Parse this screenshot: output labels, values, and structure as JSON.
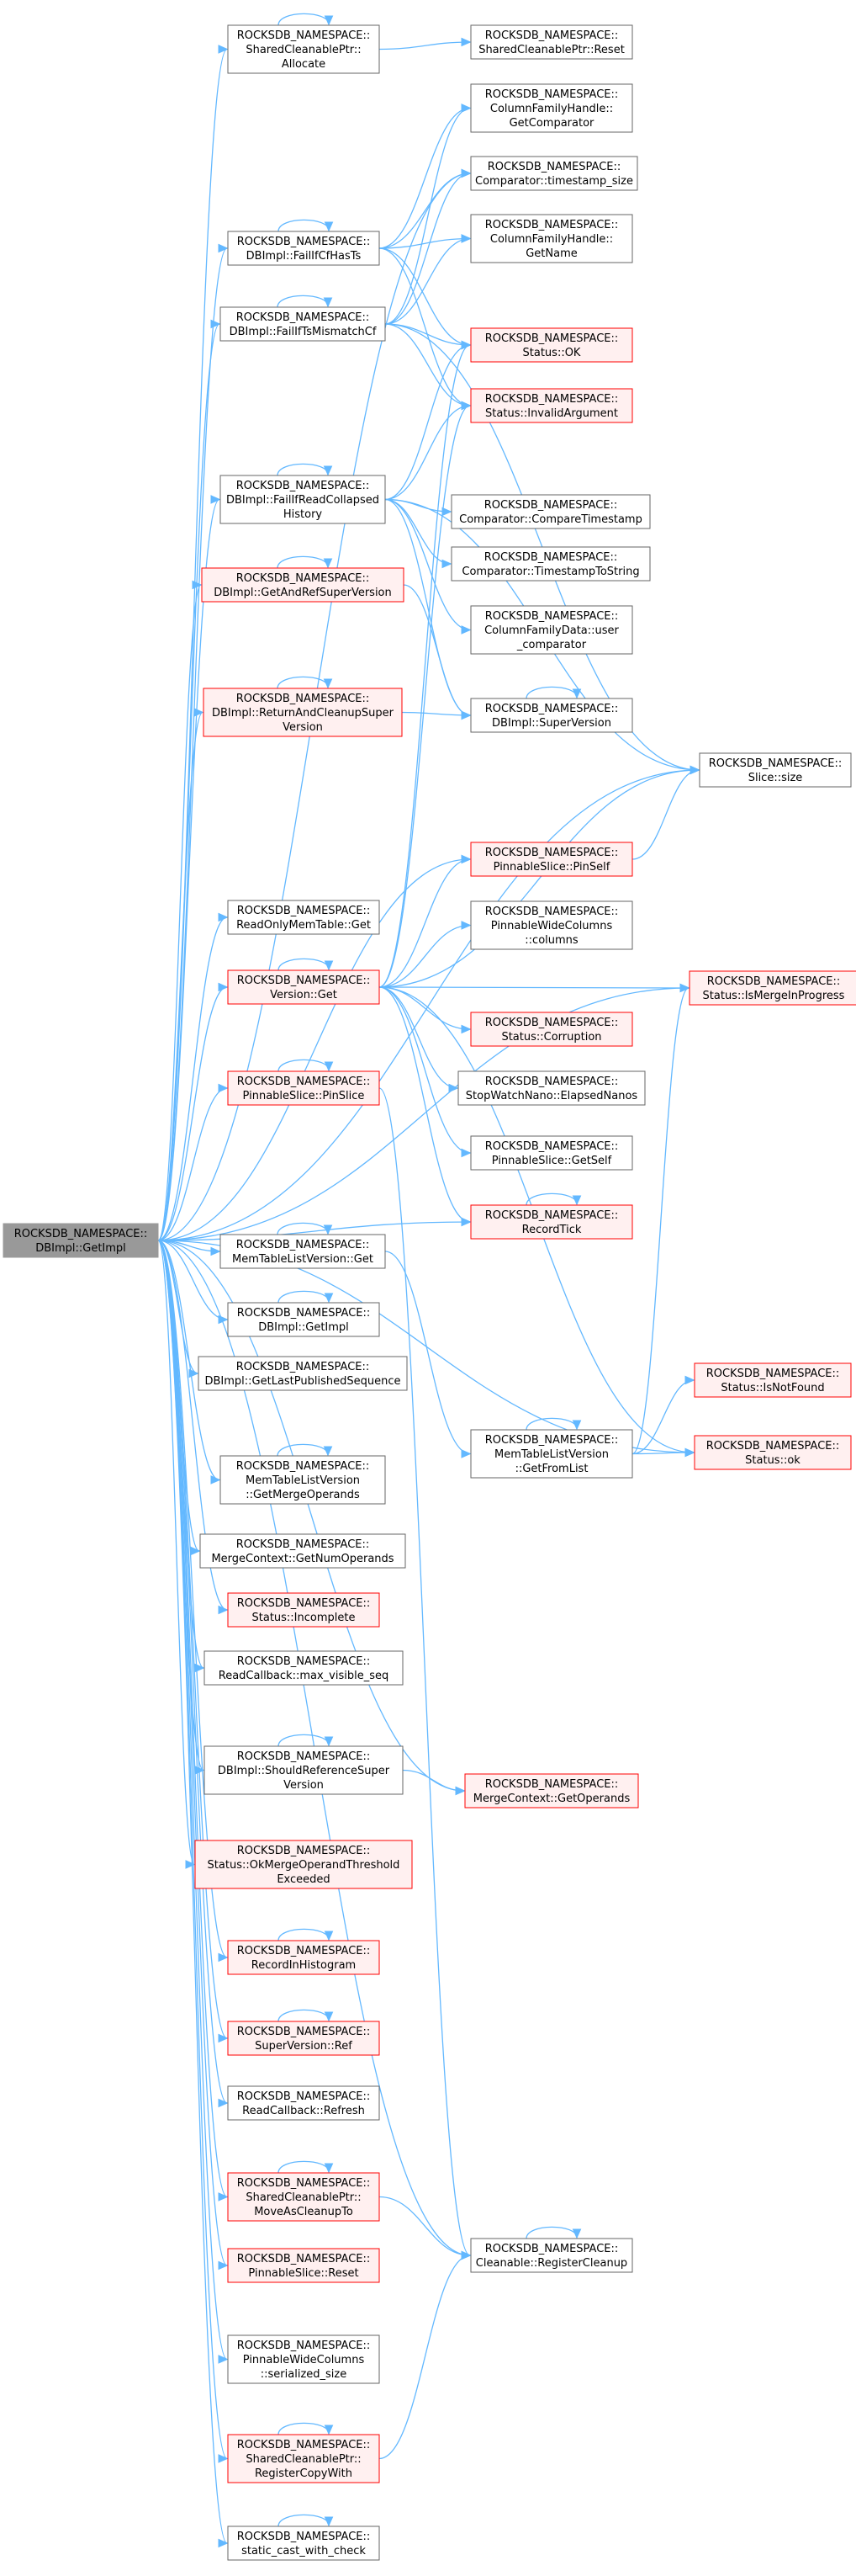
{
  "colors": {
    "edge": "#63b8ff",
    "node_border_normal": "#666666",
    "node_fill_normal": "#ffffff",
    "node_border_red": "#ff0000",
    "node_fill_red": "#fff0f0",
    "node_border_root": "#999999",
    "node_fill_root": "#999999"
  },
  "nodes": [
    {
      "id": "root",
      "lines": [
        "ROCKSDB_NAMESPACE::",
        "DBImpl::GetImpl"
      ],
      "style": "root"
    },
    {
      "id": "sharedAllocate",
      "lines": [
        "ROCKSDB_NAMESPACE::",
        "SharedCleanablePtr::",
        "Allocate"
      ],
      "style": "normal"
    },
    {
      "id": "sharedReset",
      "lines": [
        "ROCKSDB_NAMESPACE::",
        "SharedCleanablePtr::Reset"
      ],
      "style": "normal"
    },
    {
      "id": "cfhGetComparator",
      "lines": [
        "ROCKSDB_NAMESPACE::",
        "ColumnFamilyHandle::",
        "GetComparator"
      ],
      "style": "normal"
    },
    {
      "id": "cmpTimestampSize",
      "lines": [
        "ROCKSDB_NAMESPACE::",
        "Comparator::timestamp_size"
      ],
      "style": "normal"
    },
    {
      "id": "failIfCfHasTs",
      "lines": [
        "ROCKSDB_NAMESPACE::",
        "DBImpl::FailIfCfHasTs"
      ],
      "style": "normal"
    },
    {
      "id": "cfhGetName",
      "lines": [
        "ROCKSDB_NAMESPACE::",
        "ColumnFamilyHandle::",
        "GetName"
      ],
      "style": "normal"
    },
    {
      "id": "failIfTsMismatchCf",
      "lines": [
        "ROCKSDB_NAMESPACE::",
        "DBImpl::FailIfTsMismatchCf"
      ],
      "style": "normal"
    },
    {
      "id": "statusOK",
      "lines": [
        "ROCKSDB_NAMESPACE::",
        "Status::OK"
      ],
      "style": "red"
    },
    {
      "id": "statusInvalidArgument",
      "lines": [
        "ROCKSDB_NAMESPACE::",
        "Status::InvalidArgument"
      ],
      "style": "red"
    },
    {
      "id": "failIfReadCollapsed",
      "lines": [
        "ROCKSDB_NAMESPACE::",
        "DBImpl::FailIfReadCollapsed",
        "History"
      ],
      "style": "normal"
    },
    {
      "id": "cmpCompareTimestamp",
      "lines": [
        "ROCKSDB_NAMESPACE::",
        "Comparator::CompareTimestamp"
      ],
      "style": "normal"
    },
    {
      "id": "cmpTimestampToString",
      "lines": [
        "ROCKSDB_NAMESPACE::",
        "Comparator::TimestampToString"
      ],
      "style": "normal"
    },
    {
      "id": "cfdUserComparator",
      "lines": [
        "ROCKSDB_NAMESPACE::",
        "ColumnFamilyData::user",
        "_comparator"
      ],
      "style": "normal"
    },
    {
      "id": "getAndRefSuperVersion",
      "lines": [
        "ROCKSDB_NAMESPACE::",
        "DBImpl::GetAndRefSuperVersion"
      ],
      "style": "red"
    },
    {
      "id": "dbSuperVersion",
      "lines": [
        "ROCKSDB_NAMESPACE::",
        "DBImpl::SuperVersion"
      ],
      "style": "normal"
    },
    {
      "id": "returnAndCleanup",
      "lines": [
        "ROCKSDB_NAMESPACE::",
        "DBImpl::ReturnAndCleanupSuper",
        "Version"
      ],
      "style": "red"
    },
    {
      "id": "sliceSize",
      "lines": [
        "ROCKSDB_NAMESPACE::",
        "Slice::size"
      ],
      "style": "normal"
    },
    {
      "id": "pinSelf",
      "lines": [
        "ROCKSDB_NAMESPACE::",
        "PinnableSlice::PinSelf"
      ],
      "style": "red"
    },
    {
      "id": "readOnlyMemGet",
      "lines": [
        "ROCKSDB_NAMESPACE::",
        "ReadOnlyMemTable::Get"
      ],
      "style": "normal"
    },
    {
      "id": "pwcColumns",
      "lines": [
        "ROCKSDB_NAMESPACE::",
        "PinnableWideColumns",
        "::columns"
      ],
      "style": "normal"
    },
    {
      "id": "versionGet",
      "lines": [
        "ROCKSDB_NAMESPACE::",
        "Version::Get"
      ],
      "style": "red"
    },
    {
      "id": "isMergeInProgress",
      "lines": [
        "ROCKSDB_NAMESPACE::",
        "Status::IsMergeInProgress"
      ],
      "style": "red"
    },
    {
      "id": "statusCorruption",
      "lines": [
        "ROCKSDB_NAMESPACE::",
        "Status::Corruption"
      ],
      "style": "red"
    },
    {
      "id": "pinSlice",
      "lines": [
        "ROCKSDB_NAMESPACE::",
        "PinnableSlice::PinSlice"
      ],
      "style": "red"
    },
    {
      "id": "stopWatch",
      "lines": [
        "ROCKSDB_NAMESPACE::",
        "StopWatchNano::ElapsedNanos"
      ],
      "style": "normal"
    },
    {
      "id": "getSelf",
      "lines": [
        "ROCKSDB_NAMESPACE::",
        "PinnableSlice::GetSelf"
      ],
      "style": "normal"
    },
    {
      "id": "memListGet",
      "lines": [
        "ROCKSDB_NAMESPACE::",
        "MemTableListVersion::Get"
      ],
      "style": "normal"
    },
    {
      "id": "recordTick",
      "lines": [
        "ROCKSDB_NAMESPACE::",
        "RecordTick"
      ],
      "style": "red"
    },
    {
      "id": "dbGetImpl",
      "lines": [
        "ROCKSDB_NAMESPACE::",
        "DBImpl::GetImpl"
      ],
      "style": "normal"
    },
    {
      "id": "lastPublished",
      "lines": [
        "ROCKSDB_NAMESPACE::",
        "DBImpl::GetLastPublishedSequence"
      ],
      "style": "normal"
    },
    {
      "id": "isNotFound",
      "lines": [
        "ROCKSDB_NAMESPACE::",
        "Status::IsNotFound"
      ],
      "style": "red"
    },
    {
      "id": "getFromList",
      "lines": [
        "ROCKSDB_NAMESPACE::",
        "MemTableListVersion",
        "::GetFromList"
      ],
      "style": "normal"
    },
    {
      "id": "statusOk",
      "lines": [
        "ROCKSDB_NAMESPACE::",
        "Status::ok"
      ],
      "style": "red"
    },
    {
      "id": "getMergeOperands",
      "lines": [
        "ROCKSDB_NAMESPACE::",
        "MemTableListVersion",
        "::GetMergeOperands"
      ],
      "style": "normal"
    },
    {
      "id": "numOperands",
      "lines": [
        "ROCKSDB_NAMESPACE::",
        "MergeContext::GetNumOperands"
      ],
      "style": "normal"
    },
    {
      "id": "statusIncomplete",
      "lines": [
        "ROCKSDB_NAMESPACE::",
        "Status::Incomplete"
      ],
      "style": "red"
    },
    {
      "id": "maxVisibleSeq",
      "lines": [
        "ROCKSDB_NAMESPACE::",
        "ReadCallback::max_visible_seq"
      ],
      "style": "normal"
    },
    {
      "id": "shouldRefSuper",
      "lines": [
        "ROCKSDB_NAMESPACE::",
        "DBImpl::ShouldReferenceSuper",
        "Version"
      ],
      "style": "normal"
    },
    {
      "id": "getOperands",
      "lines": [
        "ROCKSDB_NAMESPACE::",
        "MergeContext::GetOperands"
      ],
      "style": "red"
    },
    {
      "id": "okMergeThreshold",
      "lines": [
        "ROCKSDB_NAMESPACE::",
        "Status::OkMergeOperandThreshold",
        "Exceeded"
      ],
      "style": "red"
    },
    {
      "id": "recordInHistogram",
      "lines": [
        "ROCKSDB_NAMESPACE::",
        "RecordInHistogram"
      ],
      "style": "red"
    },
    {
      "id": "superVersionRef",
      "lines": [
        "ROCKSDB_NAMESPACE::",
        "SuperVersion::Ref"
      ],
      "style": "red"
    },
    {
      "id": "readCallbackRefresh",
      "lines": [
        "ROCKSDB_NAMESPACE::",
        "ReadCallback::Refresh"
      ],
      "style": "normal"
    },
    {
      "id": "moveAsCleanupTo",
      "lines": [
        "ROCKSDB_NAMESPACE::",
        "SharedCleanablePtr::",
        "MoveAsCleanupTo"
      ],
      "style": "red"
    },
    {
      "id": "pinnableReset",
      "lines": [
        "ROCKSDB_NAMESPACE::",
        "PinnableSlice::Reset"
      ],
      "style": "red"
    },
    {
      "id": "registerCleanup",
      "lines": [
        "ROCKSDB_NAMESPACE::",
        "Cleanable::RegisterCleanup"
      ],
      "style": "normal"
    },
    {
      "id": "serializedSize",
      "lines": [
        "ROCKSDB_NAMESPACE::",
        "PinnableWideColumns",
        "::serialized_size"
      ],
      "style": "normal"
    },
    {
      "id": "registerCopyWith",
      "lines": [
        "ROCKSDB_NAMESPACE::",
        "SharedCleanablePtr::",
        "RegisterCopyWith"
      ],
      "style": "red"
    },
    {
      "id": "staticCast",
      "lines": [
        "ROCKSDB_NAMESPACE::",
        "static_cast_with_check"
      ],
      "style": "normal"
    }
  ],
  "edges": [
    [
      "root",
      "sharedAllocate"
    ],
    [
      "root",
      "cmpTimestampSize"
    ],
    [
      "root",
      "failIfCfHasTs"
    ],
    [
      "root",
      "failIfTsMismatchCf"
    ],
    [
      "root",
      "failIfReadCollapsed"
    ],
    [
      "root",
      "getAndRefSuperVersion"
    ],
    [
      "root",
      "returnAndCleanup"
    ],
    [
      "root",
      "sliceSize"
    ],
    [
      "root",
      "pinSelf"
    ],
    [
      "root",
      "readOnlyMemGet"
    ],
    [
      "root",
      "versionGet"
    ],
    [
      "root",
      "isMergeInProgress"
    ],
    [
      "root",
      "pinSlice"
    ],
    [
      "root",
      "memListGet"
    ],
    [
      "root",
      "recordTick"
    ],
    [
      "root",
      "dbGetImpl"
    ],
    [
      "root",
      "lastPublished"
    ],
    [
      "root",
      "getMergeOperands"
    ],
    [
      "root",
      "numOperands"
    ],
    [
      "root",
      "statusIncomplete"
    ],
    [
      "root",
      "maxVisibleSeq"
    ],
    [
      "root",
      "statusOk"
    ],
    [
      "root",
      "shouldRefSuper"
    ],
    [
      "root",
      "okMergeThreshold"
    ],
    [
      "root",
      "getOperands"
    ],
    [
      "root",
      "recordInHistogram"
    ],
    [
      "root",
      "superVersionRef"
    ],
    [
      "root",
      "readCallbackRefresh"
    ],
    [
      "root",
      "moveAsCleanupTo"
    ],
    [
      "root",
      "pinnableReset"
    ],
    [
      "root",
      "registerCleanup"
    ],
    [
      "root",
      "serializedSize"
    ],
    [
      "root",
      "registerCopyWith"
    ],
    [
      "root",
      "staticCast"
    ],
    [
      "sharedAllocate",
      "sharedReset"
    ],
    [
      "failIfCfHasTs",
      "cfhGetComparator"
    ],
    [
      "failIfCfHasTs",
      "cmpTimestampSize"
    ],
    [
      "failIfCfHasTs",
      "cfhGetName"
    ],
    [
      "failIfCfHasTs",
      "statusOK"
    ],
    [
      "failIfCfHasTs",
      "statusInvalidArgument"
    ],
    [
      "failIfTsMismatchCf",
      "cfhGetComparator"
    ],
    [
      "failIfTsMismatchCf",
      "cmpTimestampSize"
    ],
    [
      "failIfTsMismatchCf",
      "cfhGetName"
    ],
    [
      "failIfTsMismatchCf",
      "statusOK"
    ],
    [
      "failIfTsMismatchCf",
      "statusInvalidArgument"
    ],
    [
      "failIfTsMismatchCf",
      "sliceSize"
    ],
    [
      "failIfReadCollapsed",
      "statusOK"
    ],
    [
      "failIfReadCollapsed",
      "statusInvalidArgument"
    ],
    [
      "failIfReadCollapsed",
      "cmpCompareTimestamp"
    ],
    [
      "failIfReadCollapsed",
      "cmpTimestampToString"
    ],
    [
      "failIfReadCollapsed",
      "cfdUserComparator"
    ],
    [
      "failIfReadCollapsed",
      "dbSuperVersion"
    ],
    [
      "failIfReadCollapsed",
      "sliceSize"
    ],
    [
      "getAndRefSuperVersion",
      "dbSuperVersion"
    ],
    [
      "returnAndCleanup",
      "dbSuperVersion"
    ],
    [
      "pinSelf",
      "sliceSize"
    ],
    [
      "versionGet",
      "statusOK"
    ],
    [
      "versionGet",
      "statusInvalidArgument"
    ],
    [
      "versionGet",
      "pinSelf"
    ],
    [
      "versionGet",
      "pwcColumns"
    ],
    [
      "versionGet",
      "isMergeInProgress"
    ],
    [
      "versionGet",
      "statusCorruption"
    ],
    [
      "versionGet",
      "stopWatch"
    ],
    [
      "versionGet",
      "getSelf"
    ],
    [
      "versionGet",
      "recordTick"
    ],
    [
      "versionGet",
      "statusOk"
    ],
    [
      "versionGet",
      "sliceSize"
    ],
    [
      "pinSlice",
      "registerCleanup"
    ],
    [
      "memListGet",
      "getFromList"
    ],
    [
      "getFromList",
      "isNotFound"
    ],
    [
      "getFromList",
      "statusOk"
    ],
    [
      "getFromList",
      "isMergeInProgress"
    ],
    [
      "shouldRefSuper",
      "getOperands"
    ],
    [
      "moveAsCleanupTo",
      "registerCleanup"
    ],
    [
      "registerCopyWith",
      "registerCleanup"
    ]
  ],
  "self_loops": [
    "sharedAllocate",
    "failIfCfHasTs",
    "failIfTsMismatchCf",
    "failIfReadCollapsed",
    "getAndRefSuperVersion",
    "returnAndCleanup",
    "dbSuperVersion",
    "versionGet",
    "pinSlice",
    "memListGet",
    "recordTick",
    "dbGetImpl",
    "getMergeOperands",
    "getFromList",
    "shouldRefSuper",
    "recordInHistogram",
    "superVersionRef",
    "moveAsCleanupTo",
    "registerCleanup",
    "registerCopyWith",
    "staticCast"
  ]
}
